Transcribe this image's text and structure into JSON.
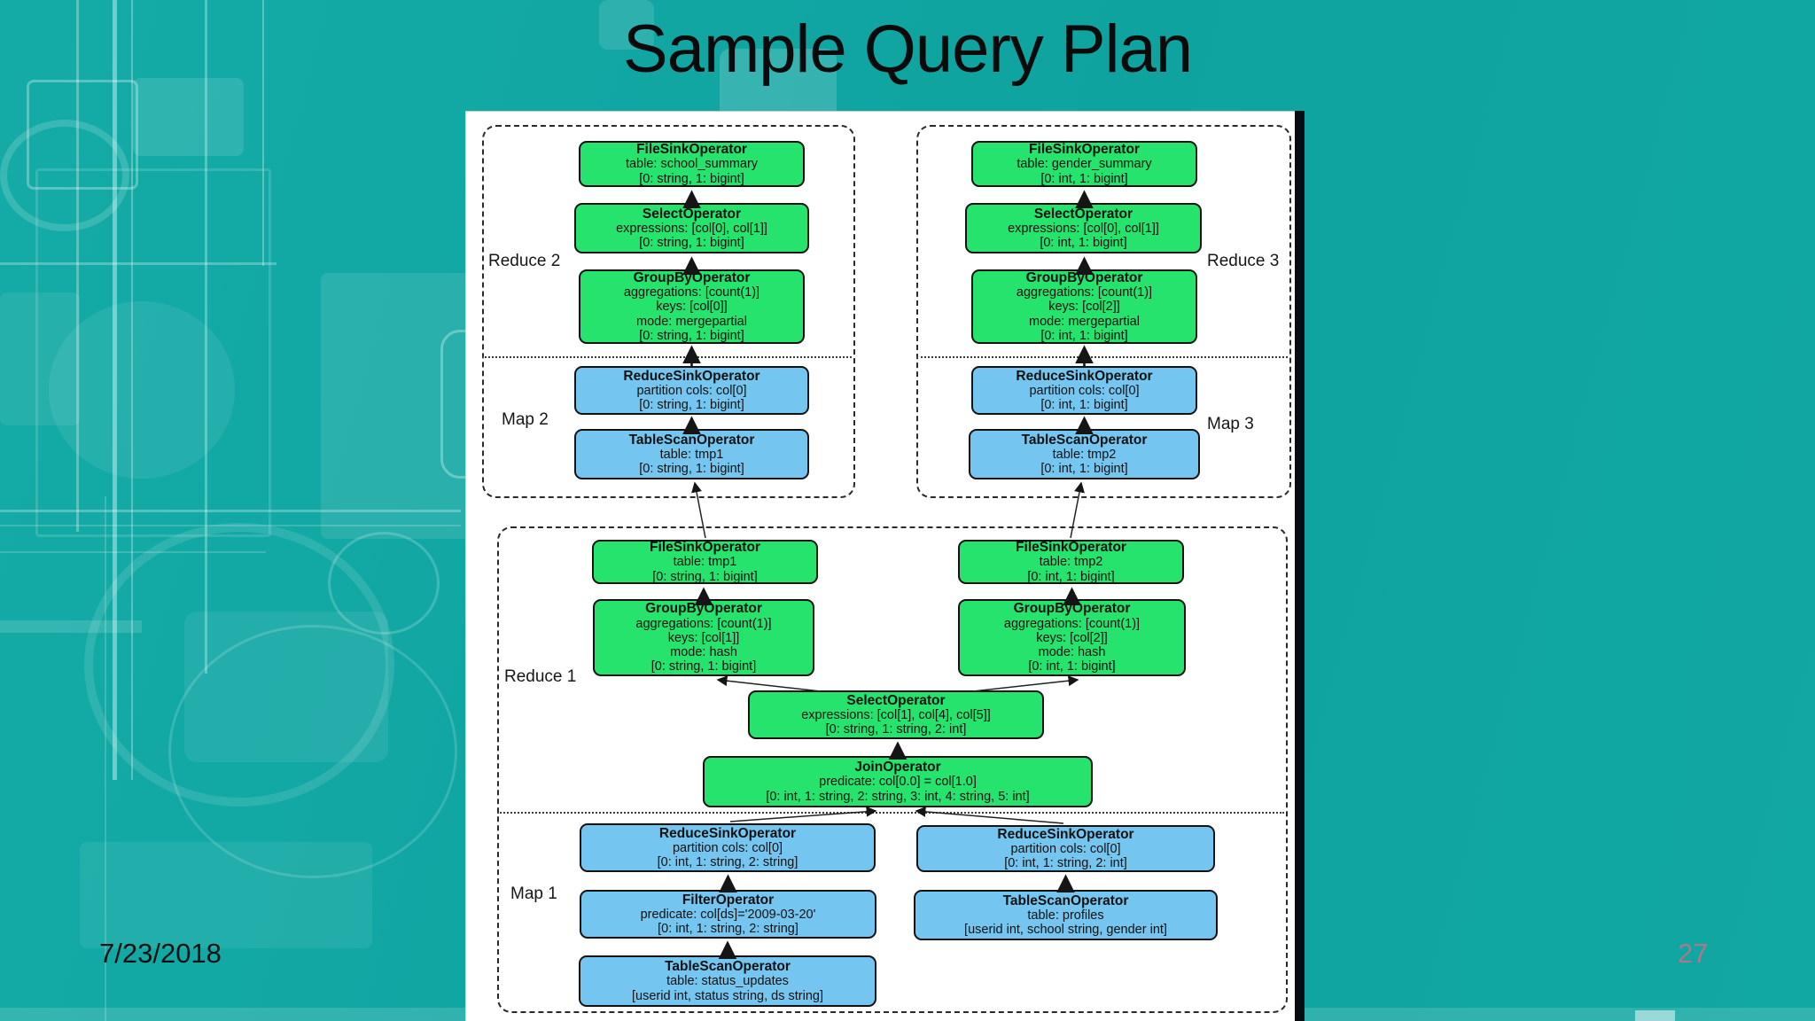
{
  "slide": {
    "title": "Sample Query Plan",
    "date": "7/23/2018",
    "page_number": "27"
  },
  "colors": {
    "background": "#14aba6",
    "panel": "#ffffff",
    "node_green": "#25e36d",
    "node_blue": "#74c6f0",
    "page_number": "#a8798b"
  },
  "diagram": {
    "groups": {
      "reduce2": "Reduce 2",
      "map2": "Map 2",
      "reduce3": "Reduce 3",
      "map3": "Map 3",
      "reduce1": "Reduce 1",
      "map1": "Map 1"
    },
    "nodes": {
      "fso_school": {
        "title": "FileSinkOperator",
        "lines": [
          "table: school_summary",
          "[0: string, 1: bigint]"
        ]
      },
      "sel2": {
        "title": "SelectOperator",
        "lines": [
          "expressions: [col[0], col[1]]",
          "[0: string, 1: bigint]"
        ]
      },
      "gby2": {
        "title": "GroupByOperator",
        "lines": [
          "aggregations: [count(1)]",
          "keys: [col[0]]",
          "mode: mergepartial",
          "[0: string, 1: bigint]"
        ]
      },
      "rs2": {
        "title": "ReduceSinkOperator",
        "lines": [
          "partition cols: col[0]",
          "[0: string, 1: bigint]"
        ]
      },
      "ts_tmp1": {
        "title": "TableScanOperator",
        "lines": [
          "table: tmp1",
          "[0: string, 1: bigint]"
        ]
      },
      "fso_gender": {
        "title": "FileSinkOperator",
        "lines": [
          "table: gender_summary",
          "[0: int, 1: bigint]"
        ]
      },
      "sel3": {
        "title": "SelectOperator",
        "lines": [
          "expressions: [col[0], col[1]]",
          "[0: int, 1: bigint]"
        ]
      },
      "gby3": {
        "title": "GroupByOperator",
        "lines": [
          "aggregations: [count(1)]",
          "keys: [col[2]]",
          "mode: mergepartial",
          "[0: int, 1: bigint]"
        ]
      },
      "rs3": {
        "title": "ReduceSinkOperator",
        "lines": [
          "partition cols: col[0]",
          "[0: int, 1: bigint]"
        ]
      },
      "ts_tmp2": {
        "title": "TableScanOperator",
        "lines": [
          "table: tmp2",
          "[0: int, 1: bigint]"
        ]
      },
      "fso_tmp1": {
        "title": "FileSinkOperator",
        "lines": [
          "table: tmp1",
          "[0: string, 1: bigint]"
        ]
      },
      "gby1l": {
        "title": "GroupByOperator",
        "lines": [
          "aggregations: [count(1)]",
          "keys: [col[1]]",
          "mode: hash",
          "[0: string, 1: bigint]"
        ]
      },
      "fso_tmp2": {
        "title": "FileSinkOperator",
        "lines": [
          "table: tmp2",
          "[0: int, 1: bigint]"
        ]
      },
      "gby1r": {
        "title": "GroupByOperator",
        "lines": [
          "aggregations: [count(1)]",
          "keys: [col[2]]",
          "mode: hash",
          "[0: int, 1: bigint]"
        ]
      },
      "sel1": {
        "title": "SelectOperator",
        "lines": [
          "expressions: [col[1], col[4], col[5]]",
          "[0: string, 1: string, 2: int]"
        ]
      },
      "join1": {
        "title": "JoinOperator",
        "lines": [
          "predicate: col[0.0] = col[1.0]",
          "[0: int, 1: string, 2: string, 3: int, 4: string, 5: int]"
        ]
      },
      "rs1l": {
        "title": "ReduceSinkOperator",
        "lines": [
          "partition cols: col[0]",
          "[0: int, 1: string, 2: string]"
        ]
      },
      "flt1": {
        "title": "FilterOperator",
        "lines": [
          "predicate: col[ds]='2009-03-20'",
          "[0: int, 1: string, 2: string]"
        ]
      },
      "rs1r": {
        "title": "ReduceSinkOperator",
        "lines": [
          "partition cols: col[0]",
          "[0: int, 1: string, 2: int]"
        ]
      },
      "ts_profiles": {
        "title": "TableScanOperator",
        "lines": [
          "table: profiles",
          "[userid int, school string, gender int]"
        ]
      },
      "ts_status": {
        "title": "TableScanOperator",
        "lines": [
          "table: status_updates",
          "[userid int, status string, ds string]"
        ]
      }
    }
  }
}
